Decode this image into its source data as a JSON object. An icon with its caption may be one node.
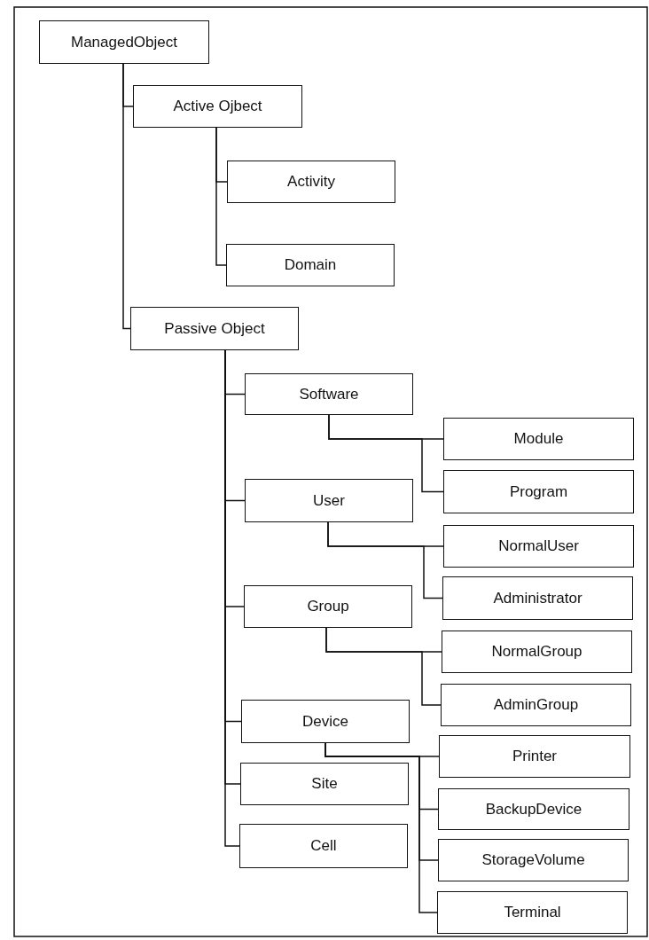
{
  "diagram": {
    "nodes": [
      {
        "text": [
          "ManagedObject"
        ]
      },
      {
        "text": [
          "Active Ojbect"
        ]
      },
      {
        "text": [
          "Activity"
        ]
      },
      {
        "text": [
          "Domain"
        ]
      },
      {
        "text": [
          "Passive Object"
        ]
      },
      {
        "text": [
          "Software"
        ]
      },
      {
        "text": [
          "Module"
        ]
      },
      {
        "text": [
          "Program"
        ]
      },
      {
        "text": [
          "User"
        ]
      },
      {
        "text": [
          "NormalUser"
        ]
      },
      {
        "text": [
          "Administrator"
        ]
      },
      {
        "text": [
          "Group"
        ]
      },
      {
        "text": [
          "NormalGroup"
        ]
      },
      {
        "text": [
          "AdminGroup"
        ]
      },
      {
        "text": [
          "Device"
        ]
      },
      {
        "text": [
          "Printer"
        ]
      },
      {
        "text": [
          "Site"
        ]
      },
      {
        "text": [
          "BackupDevice"
        ]
      },
      {
        "text": [
          "Cell"
        ]
      },
      {
        "text": [
          "StorageVolume"
        ]
      },
      {
        "text": [
          "Terminal"
        ]
      }
    ],
    "edges": [
      {
        "from": 0,
        "to": 1,
        "arrow": "none"
      },
      {
        "from": 0,
        "to": 4,
        "arrow": "none"
      },
      {
        "from": 1,
        "to": 2,
        "arrow": "none"
      },
      {
        "from": 1,
        "to": 3,
        "arrow": "none"
      },
      {
        "from": 4,
        "to": 5,
        "arrow": "none"
      },
      {
        "from": 4,
        "to": 8,
        "arrow": "none"
      },
      {
        "from": 4,
        "to": 11,
        "arrow": "none"
      },
      {
        "from": 4,
        "to": 14,
        "arrow": "none"
      },
      {
        "from": 4,
        "to": 16,
        "arrow": "none"
      },
      {
        "from": 4,
        "to": 18,
        "arrow": "none"
      },
      {
        "from": 5,
        "to": 6,
        "arrow": "none"
      },
      {
        "from": 5,
        "to": 7,
        "arrow": "none"
      },
      {
        "from": 8,
        "to": 9,
        "arrow": "none"
      },
      {
        "from": 8,
        "to": 10,
        "arrow": "none"
      },
      {
        "from": 11,
        "to": 12,
        "arrow": "none"
      },
      {
        "from": 11,
        "to": 13,
        "arrow": "none"
      },
      {
        "from": 14,
        "to": 15,
        "arrow": "none"
      },
      {
        "from": 14,
        "to": 17,
        "arrow": "none"
      },
      {
        "from": 14,
        "to": 19,
        "arrow": "none"
      },
      {
        "from": 14,
        "to": 20,
        "arrow": "none"
      }
    ]
  }
}
